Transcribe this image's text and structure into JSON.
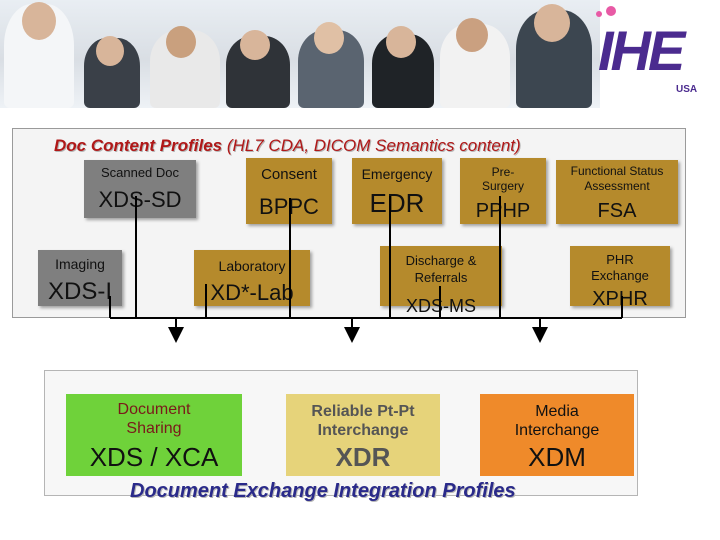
{
  "header": {
    "logo_text": "IHE",
    "logo_sub": "USA"
  },
  "top_section": {
    "title_main": "Doc Content Profiles",
    "title_paren": "(HL7 CDA, DICOM Semantics content)",
    "profiles": [
      {
        "id": "scanned-doc",
        "small": "Scanned Doc",
        "big": "XDS-SD"
      },
      {
        "id": "consent",
        "small": "Consent",
        "big": "BPPC"
      },
      {
        "id": "emergency",
        "small": "Emergency",
        "big": "EDR"
      },
      {
        "id": "pre-surgery",
        "small": "Pre-\nSurgery",
        "big": "PPHP"
      },
      {
        "id": "functional-status",
        "small": "Functional Status\nAssessment",
        "big": "FSA"
      },
      {
        "id": "imaging",
        "small": "Imaging",
        "big": "XDS-I"
      },
      {
        "id": "laboratory",
        "small": "Laboratory",
        "big": "XD*-Lab"
      },
      {
        "id": "discharge",
        "small": "Discharge &\nReferrals",
        "big": "XDS-MS"
      },
      {
        "id": "phr-exchange",
        "small": "PHR\nExchange",
        "big": "XPHR"
      }
    ]
  },
  "bottom_section": {
    "title": "Document Exchange Integration Profiles",
    "profiles": [
      {
        "id": "document-sharing",
        "small": "Document\nSharing",
        "big": "XDS / XCA",
        "color": "#6fd23a"
      },
      {
        "id": "reliable-interchange",
        "small": "Reliable Pt-Pt\nInterchange",
        "big": "XDR",
        "color": "#e6d37a"
      },
      {
        "id": "media-interchange",
        "small": "Media\nInterchange",
        "big": "XDM",
        "color": "#ef8a2a"
      }
    ]
  }
}
